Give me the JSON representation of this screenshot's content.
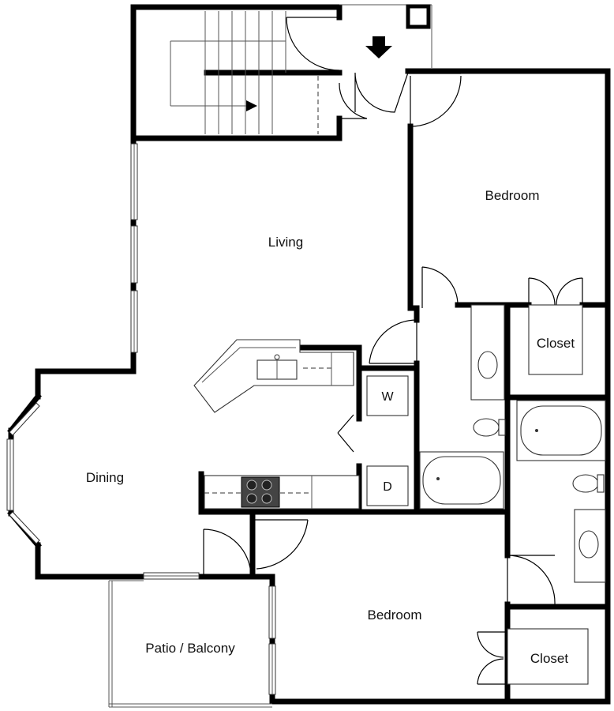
{
  "rooms": {
    "living": "Living",
    "dining": "Dining",
    "bedroom_top": "Bedroom",
    "bedroom_bottom": "Bedroom",
    "closet_top": "Closet",
    "closet_bottom": "Closet",
    "patio": "Patio / Balcony"
  },
  "appliances": {
    "washer": "W",
    "dryer": "D"
  },
  "icons": {
    "entry_arrow": "arrow-down-icon",
    "stair_arrow": "arrow-right-icon"
  }
}
